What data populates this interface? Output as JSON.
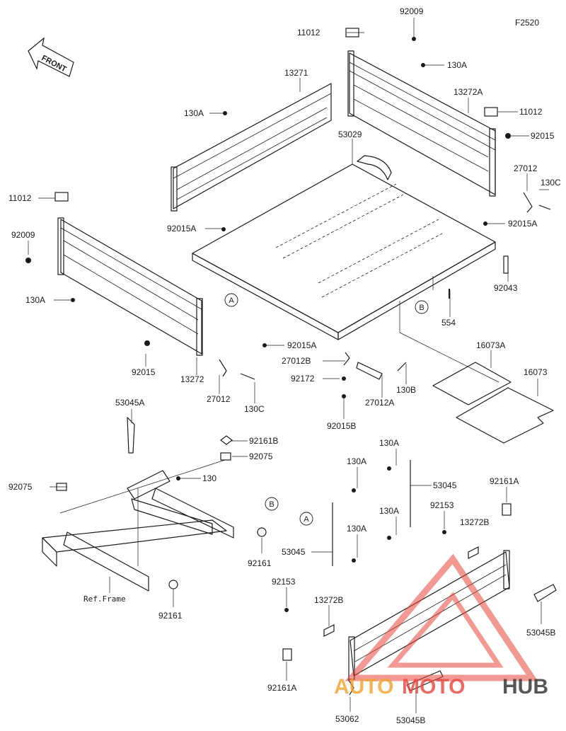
{
  "diagram": {
    "figure_code": "F2520",
    "front_arrow_label": "FRONT",
    "reference_frame_label": "Ref.Frame",
    "callouts": {
      "a": "A",
      "b": "B"
    },
    "part_numbers": {
      "p92009_top": "92009",
      "p11012_top": "11012",
      "p130a_top_right": "130A",
      "p13271": "13271",
      "p130a_top_left": "130A",
      "p13272a": "13272A",
      "p11012_right": "11012",
      "p92015_right": "92015",
      "p53029": "53029",
      "p27012_right": "27012",
      "p130c_right": "130C",
      "p11012_left": "11012",
      "p92015a_mid": "92015A",
      "p92015a_right": "92015A",
      "p92009_left": "92009",
      "p92043": "92043",
      "p130a_left": "130A",
      "p554": "554",
      "p92015a_bottom": "92015A",
      "p16073a": "16073A",
      "p92015_left": "92015",
      "p13272": "13272",
      "p27012b": "27012B",
      "p16073": "16073",
      "p92172": "92172",
      "p130b": "130B",
      "p27012_left": "27012",
      "p27012a": "27012A",
      "p130c_left": "130C",
      "p92015b": "92015B",
      "p53045a": "53045A",
      "p92161b": "92161B",
      "p92075_right": "92075",
      "p130a_rod_top": "130A",
      "p130_frame": "130",
      "p130a_rod_mid": "130A",
      "p53045_right": "53045",
      "p92075_left": "92075",
      "p92161a_right": "92161A",
      "p130a_rod_low": "130A",
      "p92153_right": "92153",
      "p13272b_right": "13272B",
      "p130a_rod_bottom": "130A",
      "p92161_right": "92161",
      "p53045_left": "53045",
      "p92153_left": "92153",
      "p13272b_left": "13272B",
      "p92161_left": "92161",
      "p53045b_right": "53045B",
      "p92161a_left": "92161A",
      "p53062": "53062",
      "p53045b_bottom": "53045B"
    }
  },
  "watermark": {
    "word_auto": "AUTO",
    "word_moto": "MOTO",
    "word_hub": "HUB",
    "colors": {
      "auto": "#f2a12a",
      "moto": "#e8463c",
      "hub": "#3a3a3a"
    }
  }
}
